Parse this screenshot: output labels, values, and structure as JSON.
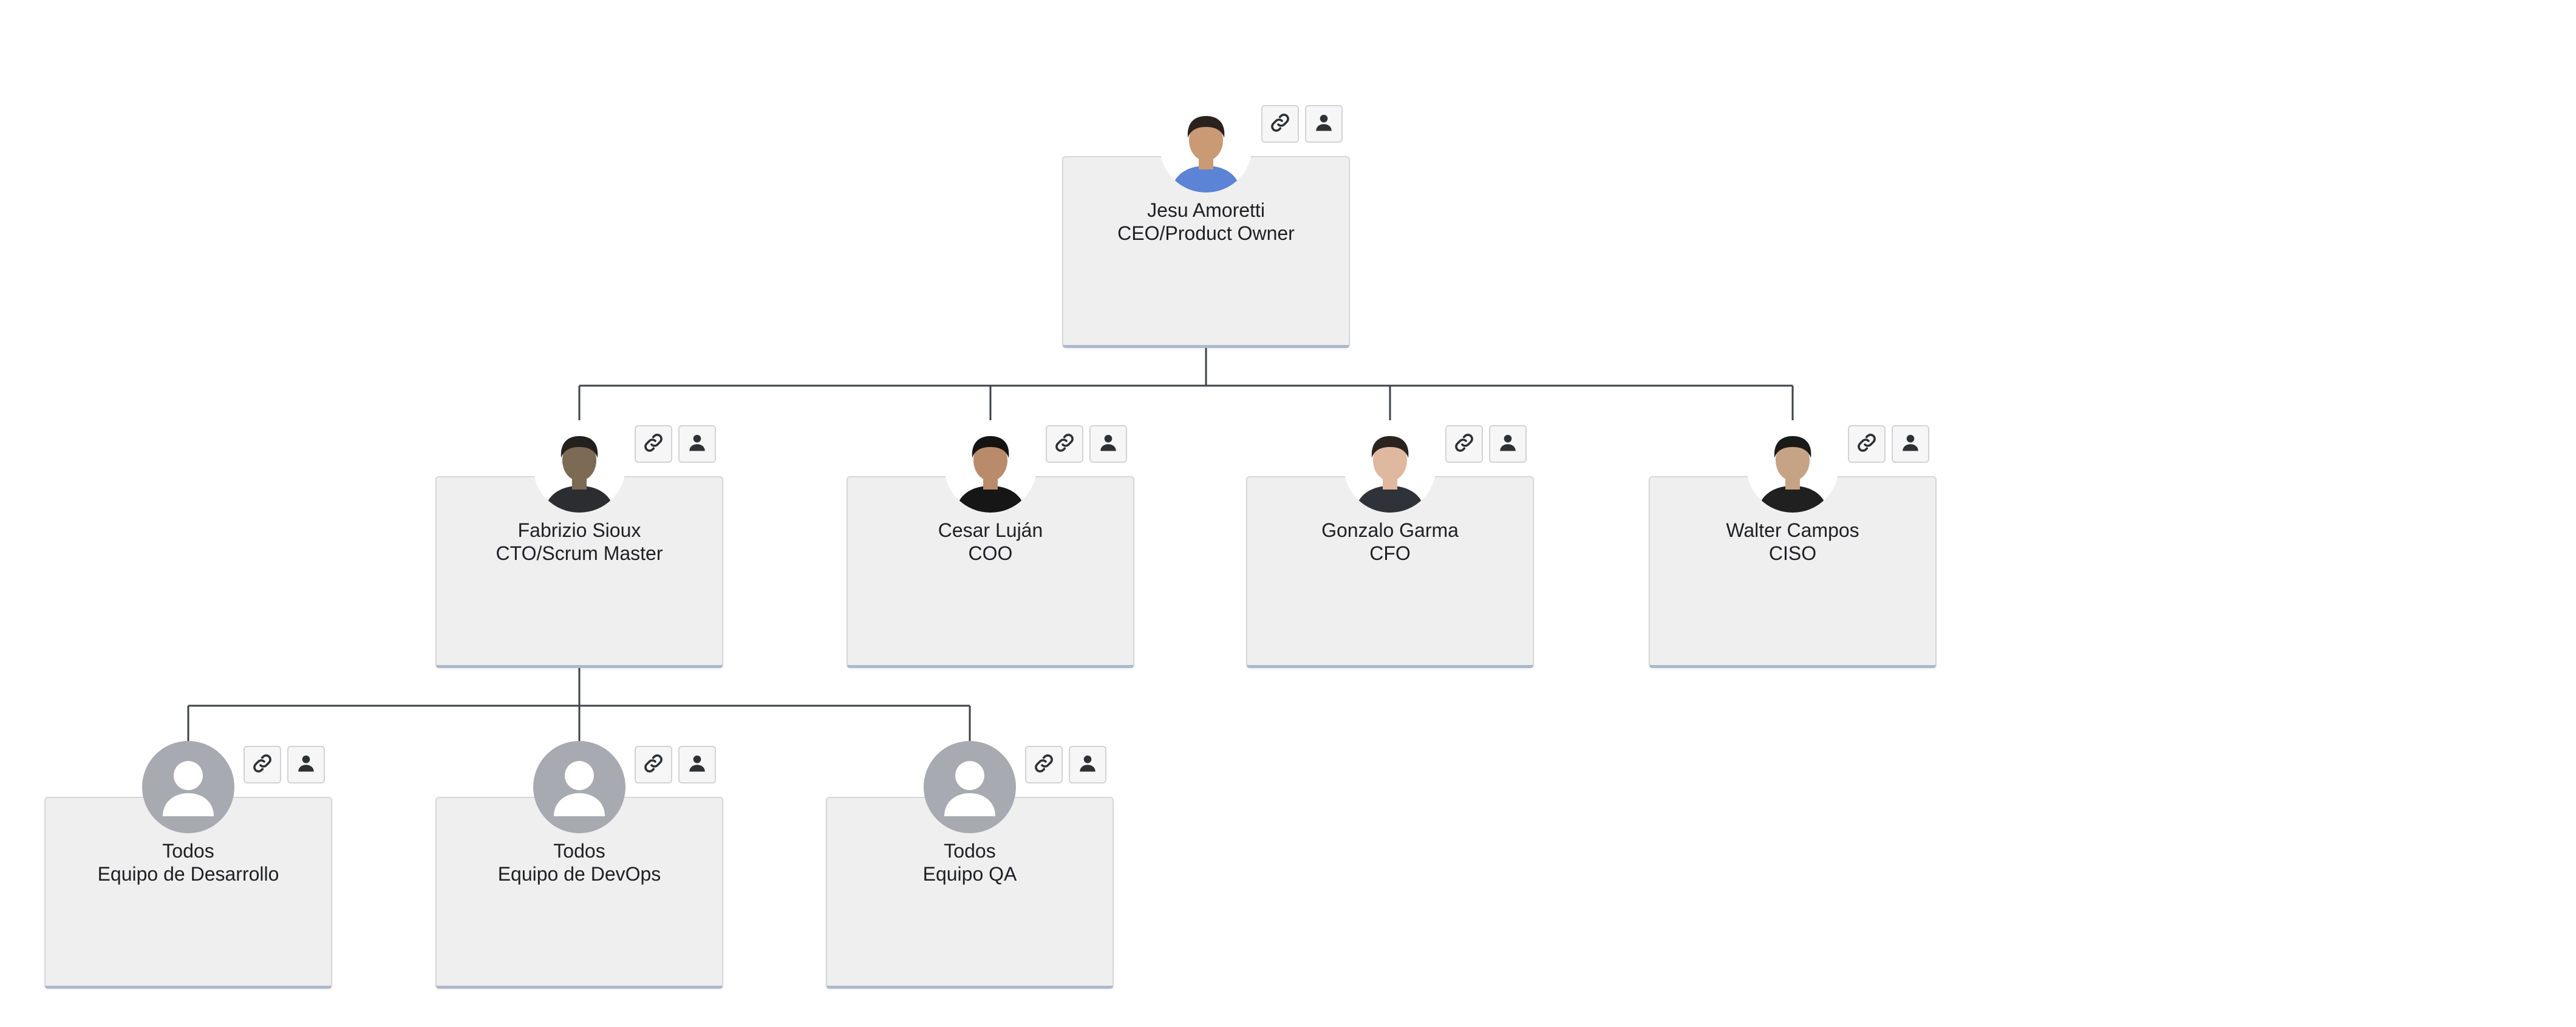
{
  "colors": {
    "card_background": "#efefef",
    "card_border": "#d6d7da",
    "card_accent": "#aeb8cb",
    "connector": "#3f4247",
    "generic_avatar": "#a7aab0",
    "text": "#1e1f22"
  },
  "icons": {
    "link": "link-icon",
    "profile": "person-icon"
  },
  "nodes": [
    {
      "id": "jesu",
      "name": "Jesu Amoretti",
      "title": "CEO/Product Owner",
      "photo": "photo",
      "skin": "#c99a74",
      "hair": "#2b221d",
      "shirt": "#5b83d6"
    },
    {
      "id": "fabrizio",
      "name": "Fabrizio Sioux",
      "title": "CTO/Scrum Master",
      "photo": "photo",
      "skin": "#7d6a55",
      "hair": "#24201d",
      "shirt": "#2c2d31"
    },
    {
      "id": "cesar",
      "name": "Cesar Luján",
      "title": "COO",
      "photo": "photo",
      "skin": "#b98b6b",
      "hair": "#141414",
      "shirt": "#161616"
    },
    {
      "id": "gonzalo",
      "name": "Gonzalo Garma",
      "title": "CFO",
      "photo": "photo",
      "skin": "#e0b89f",
      "hair": "#2a2320",
      "shirt": "#2f3238"
    },
    {
      "id": "walter",
      "name": "Walter Campos",
      "title": "CISO",
      "photo": "photo",
      "skin": "#c7a386",
      "hair": "#1b1a1a",
      "shirt": "#202020"
    },
    {
      "id": "dev",
      "name": "Todos",
      "title": "Equipo de Desarrollo",
      "photo": "generic"
    },
    {
      "id": "devops",
      "name": "Todos",
      "title": "Equipo de DevOps",
      "photo": "generic"
    },
    {
      "id": "qa",
      "name": "Todos",
      "title": "Equipo QA",
      "photo": "generic"
    }
  ]
}
